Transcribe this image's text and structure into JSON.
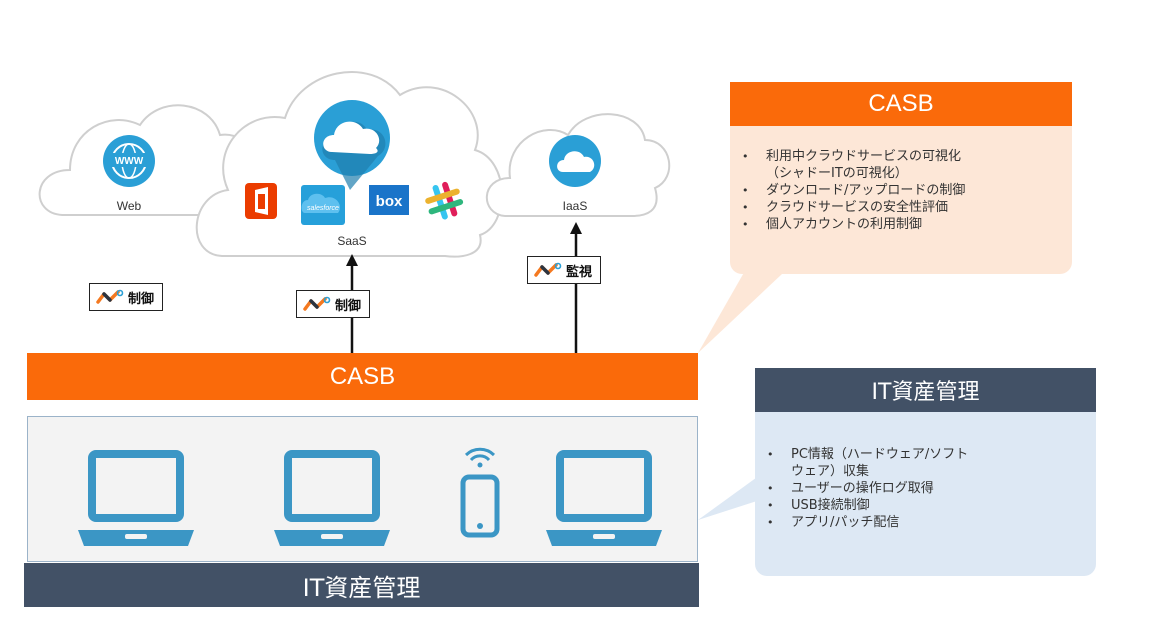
{
  "clouds": {
    "web_label": "Web",
    "saas_label": "SaaS",
    "iaas_label": "IaaS"
  },
  "saas_apps": {
    "salesforce_logo_text": "salesforce",
    "box_logo_text": "box"
  },
  "web_icon_text": "WWW",
  "badges": {
    "web": "制御",
    "saas": "制御",
    "iaas": "監視"
  },
  "bands": {
    "casb": "CASB",
    "it_asset": "IT資産管理"
  },
  "casb_panel": {
    "title": "CASB",
    "items": [
      "利用中クラウドサービスの可視化",
      "（シャドーITの可視化）",
      "ダウンロード/アップロードの制御",
      "クラウドサービスの安全性評価",
      "個人アカウントの利用制御"
    ]
  },
  "it_panel": {
    "title": "IT資産管理",
    "items": [
      "PC情報（ハードウェア/ソフト",
      "ウェア）収集",
      "ユーザーの操作ログ取得",
      "USB接続制御",
      "アプリ/パッチ配信"
    ]
  },
  "colors": {
    "orange": "#fa6a0a",
    "navy": "#425166",
    "blue_icon": "#2a9fd6",
    "device_blue": "#3b96c5"
  }
}
